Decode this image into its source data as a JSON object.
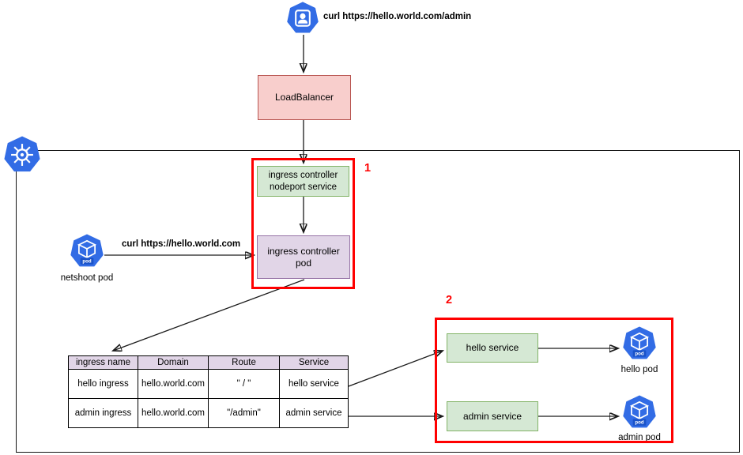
{
  "colors": {
    "k8s-blue": "#326ce5",
    "pod-badge-blue": "#1a53c9",
    "pink-fill": "#f8cecc",
    "pink-stroke": "#b85450",
    "green-fill": "#d5e8d4",
    "green-stroke": "#82b366",
    "purple-fill": "#e1d5e7",
    "purple-stroke": "#9673a6",
    "highlight-red": "#ff0000",
    "line-color": "#1a1a1a"
  },
  "nodes": {
    "user_curl_command": "curl https://hello.world.com/admin",
    "load_balancer": "LoadBalancer",
    "nodeport_service": "ingress controller nodeport service",
    "ingress_controller_pod": "ingress controller pod",
    "netshoot_curl_command": "curl https://hello.world.com",
    "netshoot_pod": "netshoot pod",
    "hello_service": "hello service",
    "admin_service": "admin service",
    "hello_pod": "hello pod",
    "admin_pod": "admin pod",
    "pod_icon_text": "pod",
    "step1": "1",
    "step2": "2"
  },
  "ingress_table": {
    "headers": [
      "ingress name",
      "Domain",
      "Route",
      "Service"
    ],
    "rows": [
      [
        "hello ingress",
        "hello.world.com",
        "\" / \"",
        "hello service"
      ],
      [
        "admin ingress",
        "hello.world.com",
        "\"/admin\"",
        "admin service"
      ]
    ]
  }
}
